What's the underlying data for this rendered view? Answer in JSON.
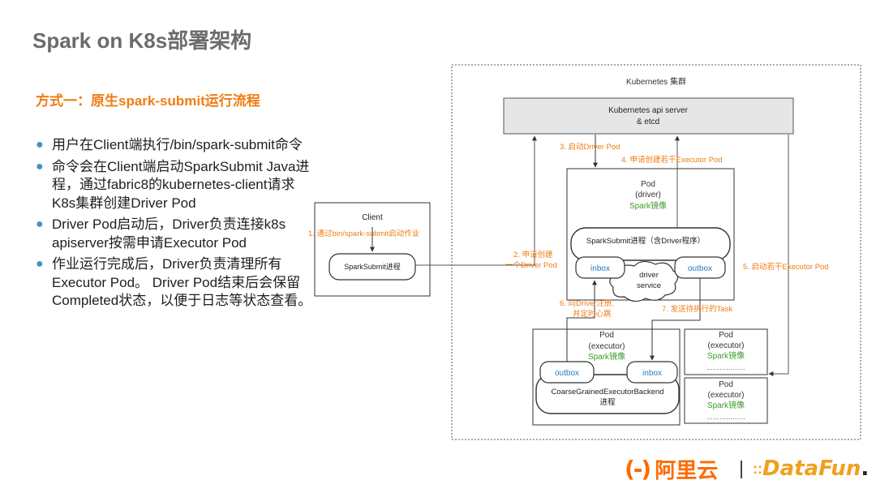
{
  "page": {
    "title": "Spark on K8s部署架构",
    "subtitle": "方式一：原生spark-submit运行流程",
    "bullets": [
      "用户在Client端执行/bin/spark-submit命令",
      "命令会在Client端启动SparkSubmit Java进程，通过fabric8的kubernetes-client请求K8s集群创建Driver Pod",
      "Driver Pod启动后，Driver负责连接k8s apiserver按需申请Executor Pod",
      "作业运行完成后，Driver负责清理所有Executor Pod。 Driver Pod结束后会保留Completed状态，以便于日志等状态查看。"
    ]
  },
  "diagram": {
    "cluster_label": "Kubernetes 集群",
    "api_server": [
      "Kubernetes api server",
      "& etcd"
    ],
    "client": {
      "label": "Client",
      "process": "SparkSubmit进程"
    },
    "driver_pod": {
      "lines": [
        "Pod",
        "(driver)"
      ],
      "image": "Spark镜像",
      "process": "SparkSubmit进程（含Driver程序）",
      "inbox": "inbox",
      "outbox": "outbox",
      "service": [
        "driver",
        "service"
      ]
    },
    "executor_main": {
      "lines": [
        "Pod",
        "(executor)"
      ],
      "image": "Spark镜像",
      "outbox": "outbox",
      "inbox": "inbox",
      "backend": [
        "CoarseGrainedExecutorBackend",
        "进程"
      ]
    },
    "executor_small": [
      {
        "lines": [
          "Pod",
          "(executor)"
        ],
        "image": "Spark镜像",
        "dots": "………………"
      },
      {
        "lines": [
          "Pod",
          "(executor)"
        ],
        "image": "Spark镜像",
        "dots": "………………"
      }
    ],
    "steps": {
      "s1": "1. 通过bin/spark-submit启动作业",
      "s2": [
        "2. 申请创建",
        "一个Driver Pod"
      ],
      "s3": "3. 启动Driver Pod",
      "s4": "4. 申请创建若干Executor Pod",
      "s5": "5. 启动若干Executor Pod",
      "s6": [
        "6. 向Driver注册,",
        "并定时心跳"
      ],
      "s7": "7. 发送待执行的Task"
    },
    "colors": {
      "orange": "#f07c10",
      "green": "#3a9a2a",
      "blue": "#2a7ac0",
      "gray_fill": "#e6e6e6"
    }
  },
  "logos": {
    "alibaba_mark": "(-)",
    "alibaba_name": "阿里云",
    "datafun_dots": "::",
    "datafun_name": "DataFun",
    "datafun_end": "."
  }
}
